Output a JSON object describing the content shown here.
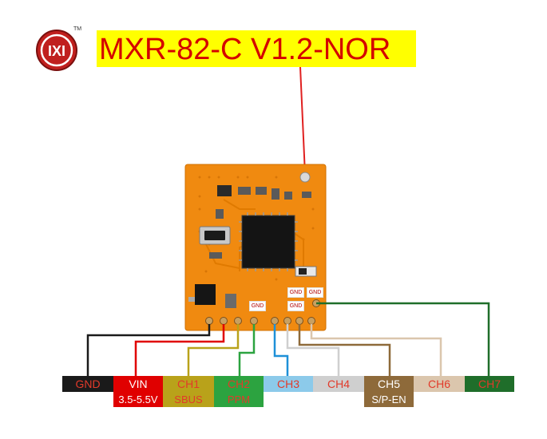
{
  "header": {
    "logo_text": "IXI",
    "trademark": "TM",
    "title": "MXR-82-C V1.2-NOR"
  },
  "board": {
    "gnd_tags": [
      "GND",
      "GND",
      "GND",
      "GND"
    ]
  },
  "pinout": [
    {
      "label": "GND",
      "sub": "",
      "bg": "#1a1a1a",
      "color": "#e23a2a",
      "wire": "#1a1a1a"
    },
    {
      "label": "VIN",
      "sub": "3.5-5.5V",
      "bg": "#e00000",
      "color": "#ffffff",
      "wire": "#e00000"
    },
    {
      "label": "CH1",
      "sub": "SBUS",
      "bg": "#b9a21a",
      "color": "#e23a2a",
      "wire": "#b9a21a"
    },
    {
      "label": "CH2",
      "sub": "PPM",
      "bg": "#2ca340",
      "color": "#e23a2a",
      "wire": "#2ca340"
    },
    {
      "label": "CH3",
      "sub": "",
      "bg": "#8ccaea",
      "color": "#e23a2a",
      "wire": "#1e90d8"
    },
    {
      "label": "CH4",
      "sub": "",
      "bg": "#cfcfcf",
      "color": "#e23a2a",
      "wire": "#cfcfcf"
    },
    {
      "label": "CH5",
      "sub": "S/P-EN",
      "bg": "#8e6a3a",
      "color": "#ffffff",
      "wire": "#8e6a3a"
    },
    {
      "label": "CH6",
      "sub": "",
      "bg": "#dbc6ad",
      "color": "#e23a2a",
      "wire": "#dbc6ad"
    },
    {
      "label": "CH7",
      "sub": "",
      "bg": "#1f6e2a",
      "color": "#e23a2a",
      "wire": "#1f6e2a"
    }
  ]
}
